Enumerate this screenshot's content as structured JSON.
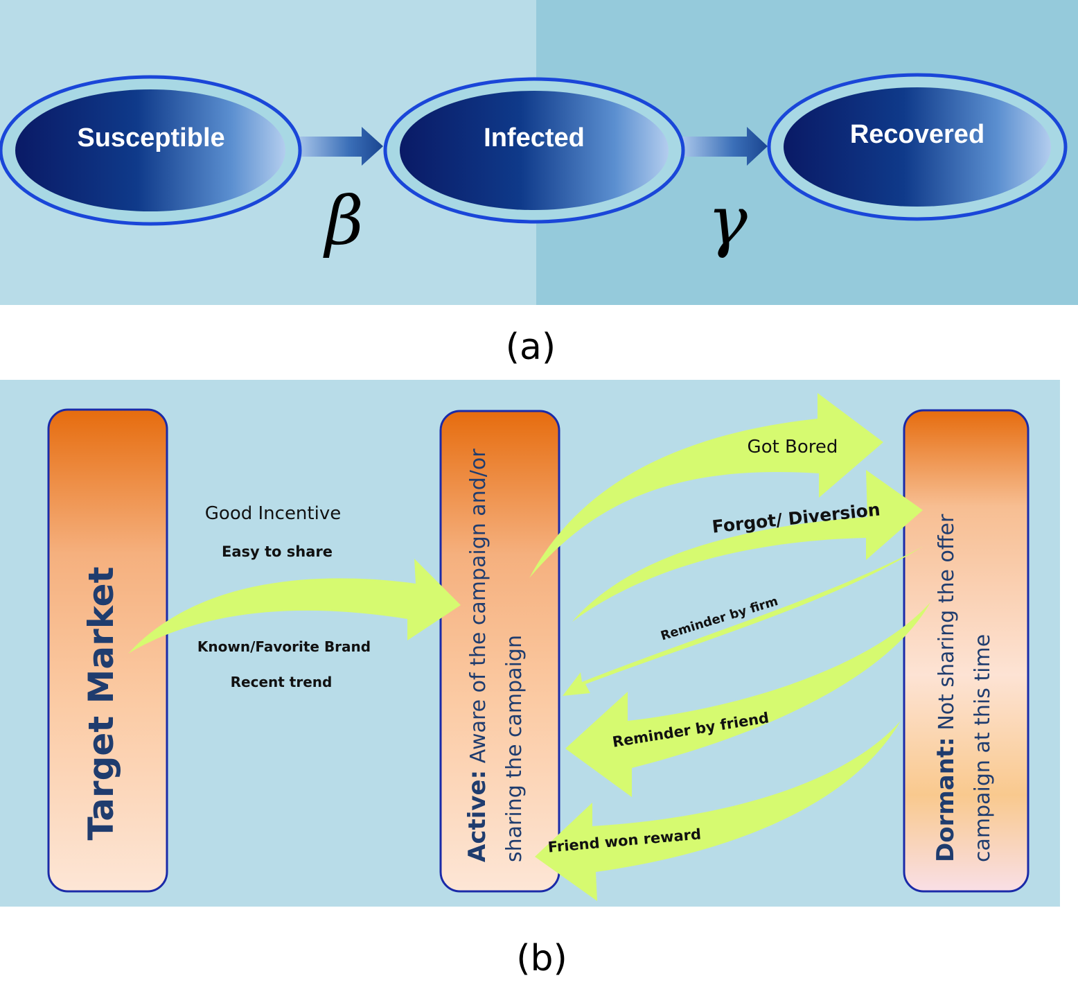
{
  "panel_a": {
    "states": [
      "Susceptible",
      "Infected",
      "Recovered"
    ],
    "rate_labels": [
      "β",
      "γ"
    ],
    "caption": "(a)"
  },
  "panel_b": {
    "boxes": {
      "target_market": "Target Market",
      "active_title": "Active:",
      "active_body_line1": " Aware of the campaign and/or",
      "active_body_line2": "sharing the campaign",
      "dormant_title": "Dormant:",
      "dormant_body_line1": " Not  sharing the offer",
      "dormant_body_line2": "campaign at this  time"
    },
    "entry_labels": {
      "good_incentive": "Good Incentive",
      "easy_to_share": "Easy to share",
      "known_brand": "Known/Favorite Brand",
      "recent_trend": "Recent trend"
    },
    "transitions": {
      "got_bored": "Got Bored",
      "forgot_diversion": "Forgot/ Diversion",
      "reminder_firm": "Reminder by firm",
      "reminder_friend": "Reminder by friend",
      "friend_reward": "Friend won reward"
    },
    "caption": "(b)"
  },
  "colors": {
    "panel_a_bg_left": "#b8dce8",
    "panel_a_bg_right": "#95cadb",
    "panel_b_bg": "#b8dce8",
    "ellipse_dark": "#0d1f6e",
    "ellipse_light": "#a6c6ea",
    "box_orange": "#e66e10",
    "box_peach": "#fde3d2",
    "arrow_green": "#d6fa70",
    "label_blue": "#1f3c6e"
  }
}
